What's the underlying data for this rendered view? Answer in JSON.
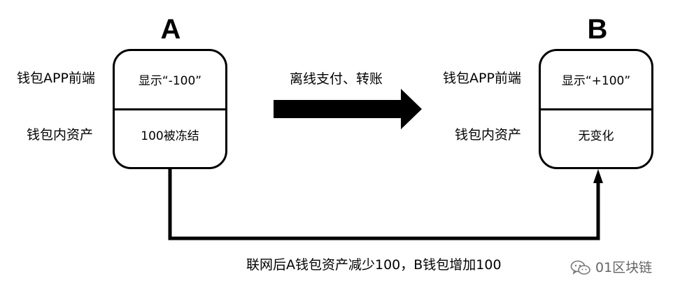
{
  "nodes": {
    "a": {
      "heading": "A",
      "frontend_label": "钱包APP前端",
      "asset_label": "钱包内资产",
      "frontend_value": "显示“-100”",
      "asset_value": "100被冻结"
    },
    "b": {
      "heading": "B",
      "frontend_label": "钱包APP前端",
      "asset_label": "钱包内资产",
      "frontend_value": "显示“+100”",
      "asset_value": "无变化"
    }
  },
  "edges": {
    "offline": {
      "label": "离线支付、转账"
    },
    "online": {
      "label": "联网后A钱包资产减少100，B钱包增加100"
    }
  },
  "watermark": {
    "text": "01区块链",
    "icon": "wechat-icon"
  },
  "colors": {
    "stroke": "#000000",
    "watermark": "#666666"
  }
}
